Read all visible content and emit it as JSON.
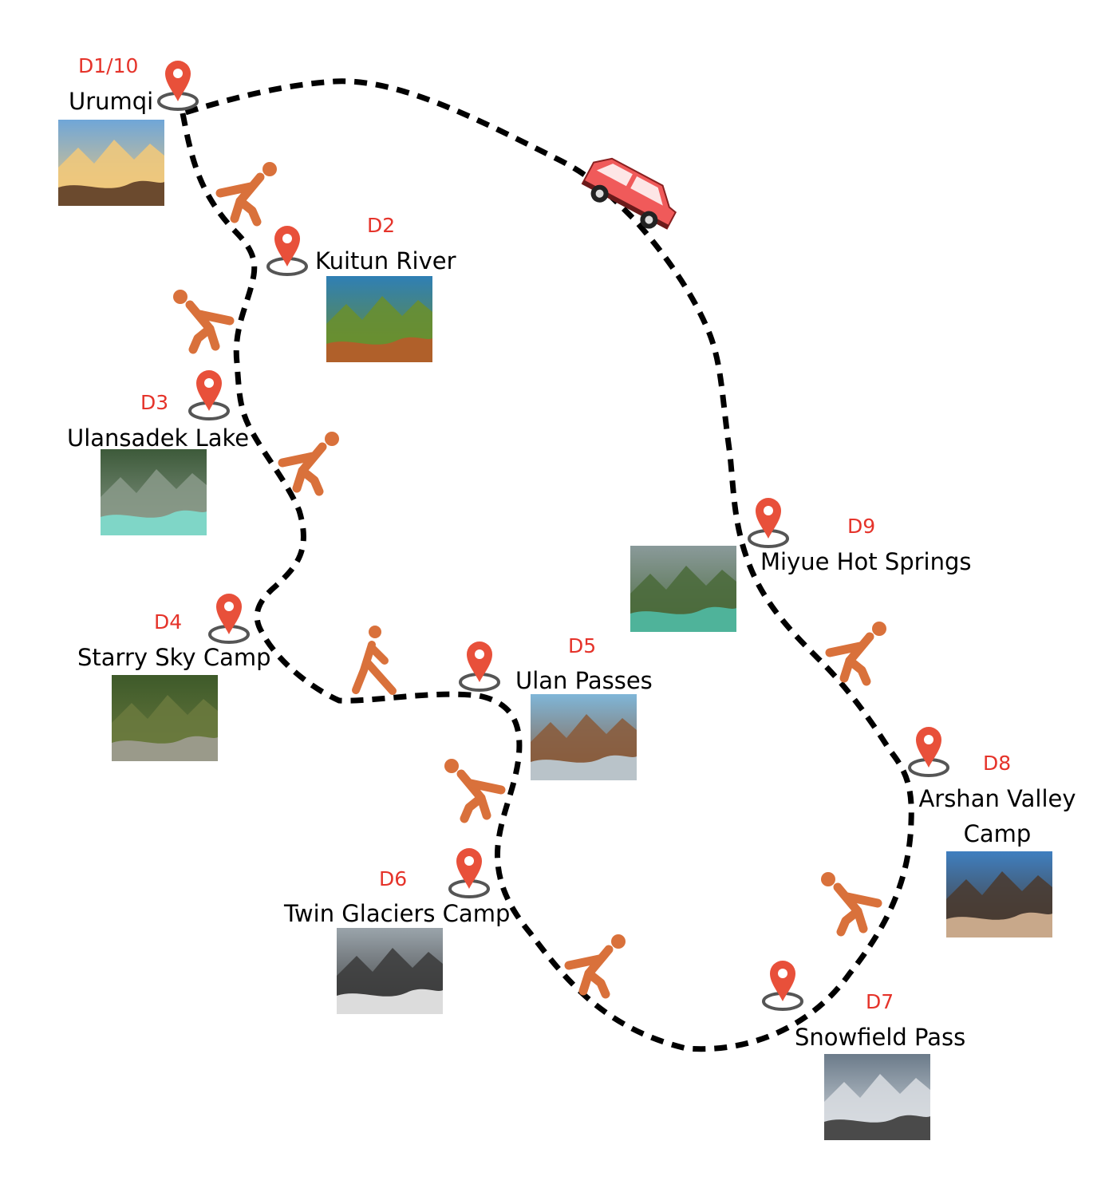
{
  "stops": [
    {
      "day": "D1/10",
      "name": "Urumqi",
      "photo": "city-skyline-photo"
    },
    {
      "day": "D2",
      "name": "Kuitun River",
      "photo": "river-canyon-photo"
    },
    {
      "day": "D3",
      "name": "Ulansadek Lake",
      "photo": "turquoise-lake-photo"
    },
    {
      "day": "D4",
      "name": "Starry Sky Camp",
      "photo": "forest-stream-photo"
    },
    {
      "day": "D5",
      "name": "Ulan Passes",
      "photo": "mountain-pass-photo"
    },
    {
      "day": "D6",
      "name": "Twin Glaciers Camp",
      "photo": "glacier-photo"
    },
    {
      "day": "D7",
      "name": "Snowfield Pass",
      "photo": "snowy-peak-photo"
    },
    {
      "day": "D8",
      "name": "Arshan Valley Camp",
      "photo": "valley-sheep-photo"
    },
    {
      "day": "D9",
      "name": "Miyue Hot Springs",
      "photo": "alpine-lake-photo"
    }
  ],
  "icons": {
    "pin": "location-pin-icon",
    "hiker": "hiking-person-icon",
    "walker": "walking-person-icon",
    "vehicle": "red-car-icon"
  },
  "colors": {
    "route": "#000000",
    "pin": "#e8503a",
    "pin_ring": "#555555",
    "hiker": "#d9713b",
    "day_label": "#e5332a",
    "car": "#f05a5a"
  }
}
